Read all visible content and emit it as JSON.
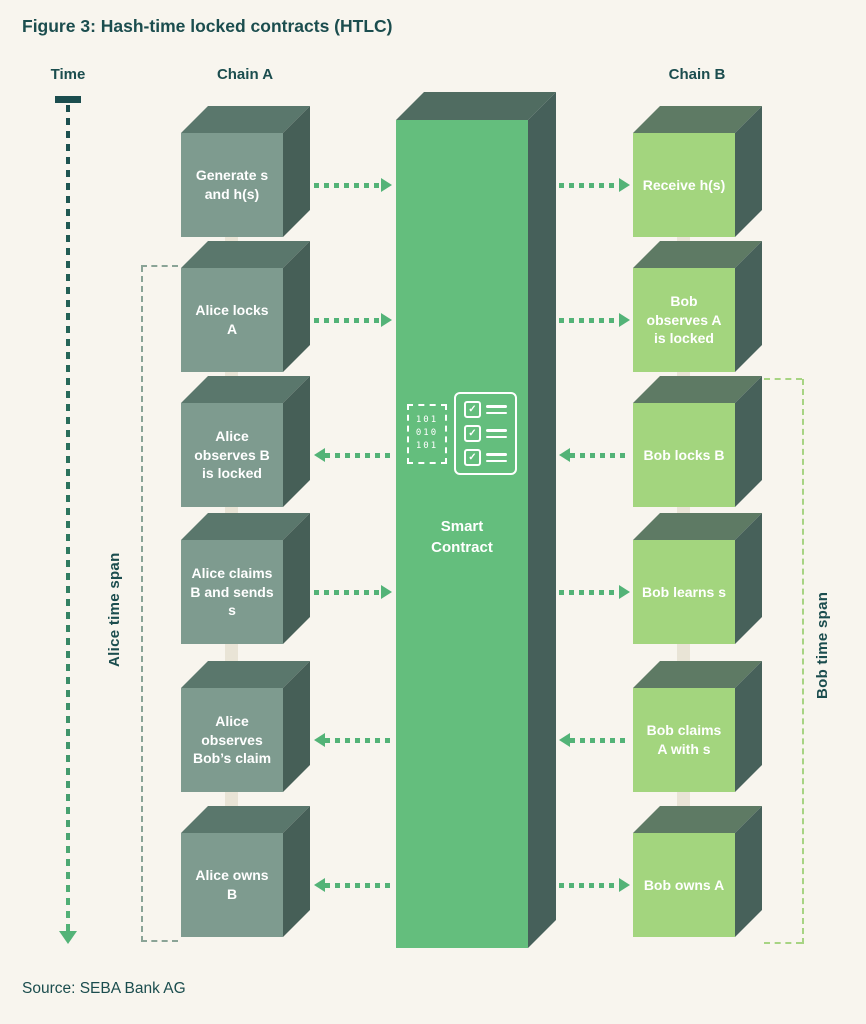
{
  "title": "Figure 3: Hash-time locked contracts (HTLC)",
  "source": "Source: SEBA Bank AG",
  "columns": {
    "time": "Time",
    "chain_a": "Chain A",
    "chain_b": "Chain B"
  },
  "side_labels": {
    "alice": "Alice time span",
    "bob": "Bob time span"
  },
  "smart_contract": {
    "label": "Smart Contract",
    "binary_lines": [
      "101",
      "010",
      "101"
    ]
  },
  "icons": {
    "check": "✓"
  },
  "chain_a_steps": [
    "Generate s and h(s)",
    "Alice locks A",
    "Alice observes B is locked",
    "Alice claims B and sends s",
    "Alice observes Bob’s claim",
    "Alice owns B"
  ],
  "chain_b_steps": [
    "Receive h(s)",
    "Bob observes A is locked",
    "Bob locks B",
    "Bob learns s",
    "Bob claims A with s",
    "Bob owns A"
  ],
  "colors": {
    "background": "#F8F5EE",
    "heading_text": "#1B4D4E",
    "chain_a_face": "#7E9B8F",
    "chain_b_face": "#A3D57E",
    "contract_face": "#64BE7D",
    "cube_shadow": "#465F57",
    "arrow_green": "#53B377",
    "connector_beige": "#E9E4D6",
    "alice_bracket": "#8AA396",
    "bob_bracket": "#A7D483"
  }
}
